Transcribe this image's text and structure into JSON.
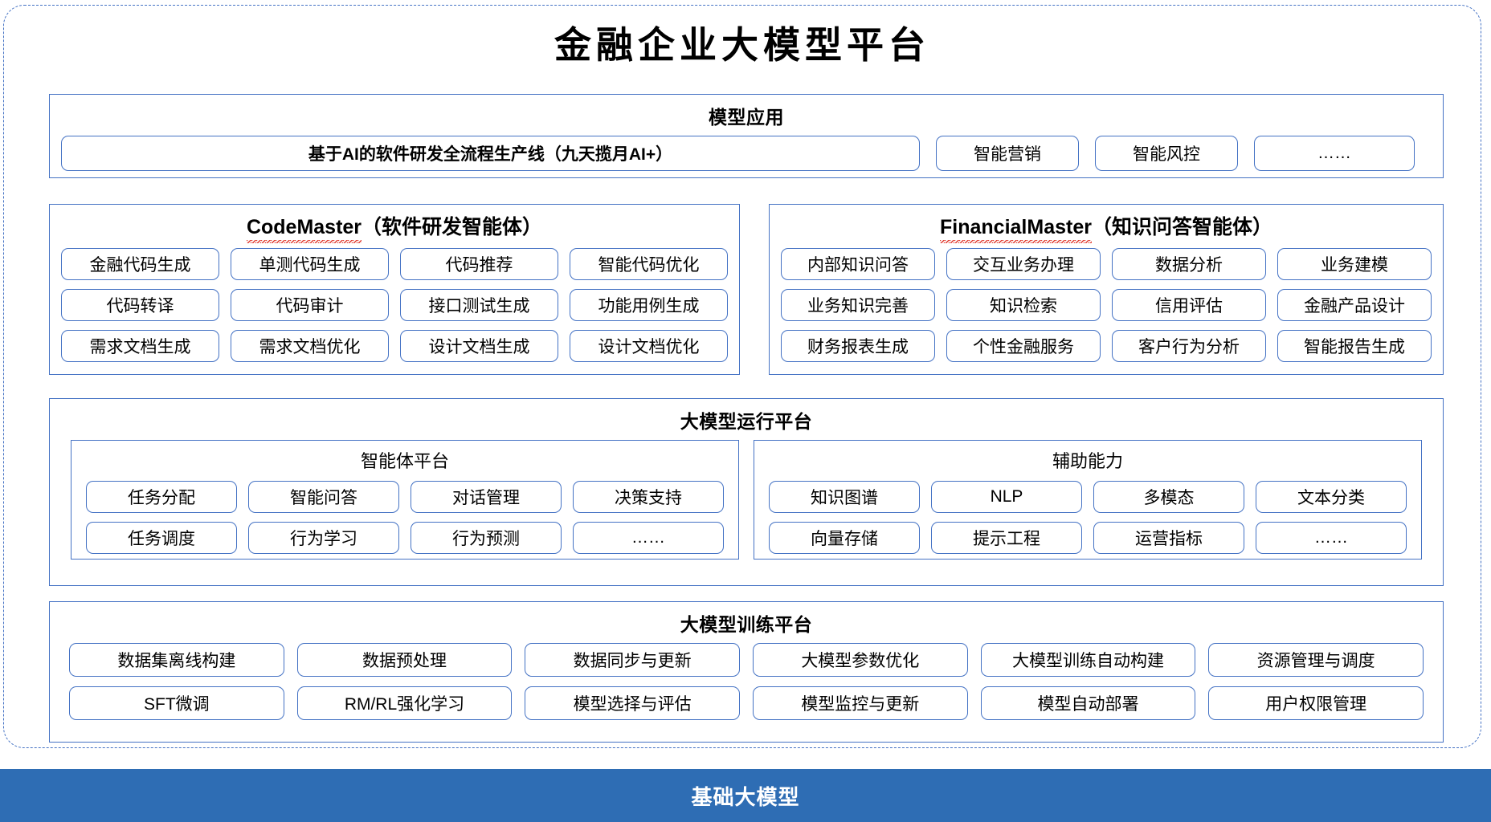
{
  "title": "金融企业大模型平台",
  "colors": {
    "accent_blue": "#4472c4",
    "base_bar_blue": "#2e6db4",
    "spellcheck_red": "#e03a2f",
    "text_black": "#000000"
  },
  "model_application": {
    "title": "模型应用",
    "main_item": "基于AI的软件研发全流程生产线（九天揽月AI+）",
    "items": [
      "智能营销",
      "智能风控",
      "……"
    ]
  },
  "code_master": {
    "name": "CodeMaster",
    "suffix": "（软件研发智能体）",
    "items": [
      "金融代码生成",
      "单测代码生成",
      "代码推荐",
      "智能代码优化",
      "代码转译",
      "代码审计",
      "接口测试生成",
      "功能用例生成",
      "需求文档生成",
      "需求文档优化",
      "设计文档生成",
      "设计文档优化"
    ]
  },
  "financial_master": {
    "name": "FinancialMaster",
    "suffix": "（知识问答智能体）",
    "items": [
      "内部知识问答",
      "交互业务办理",
      "数据分析",
      "业务建模",
      "业务知识完善",
      "知识检索",
      "信用评估",
      "金融产品设计",
      "财务报表生成",
      "个性金融服务",
      "客户行为分析",
      "智能报告生成"
    ]
  },
  "run_platform": {
    "title": "大模型运行平台",
    "agent_panel": {
      "title": "智能体平台",
      "items": [
        "任务分配",
        "智能问答",
        "对话管理",
        "决策支持",
        "任务调度",
        "行为学习",
        "行为预测",
        "……"
      ]
    },
    "support_panel": {
      "title": "辅助能力",
      "items": [
        "知识图谱",
        "NLP",
        "多模态",
        "文本分类",
        "向量存储",
        "提示工程",
        "运营指标",
        "……"
      ]
    }
  },
  "train_platform": {
    "title": "大模型训练平台",
    "items": [
      "数据集离线构建",
      "数据预处理",
      "数据同步与更新",
      "大模型参数优化",
      "大模型训练自动构建",
      "资源管理与调度",
      "SFT微调",
      "RM/RL强化学习",
      "模型选择与评估",
      "模型监控与更新",
      "模型自动部署",
      "用户权限管理"
    ]
  },
  "base_model": {
    "label": "基础大模型"
  }
}
